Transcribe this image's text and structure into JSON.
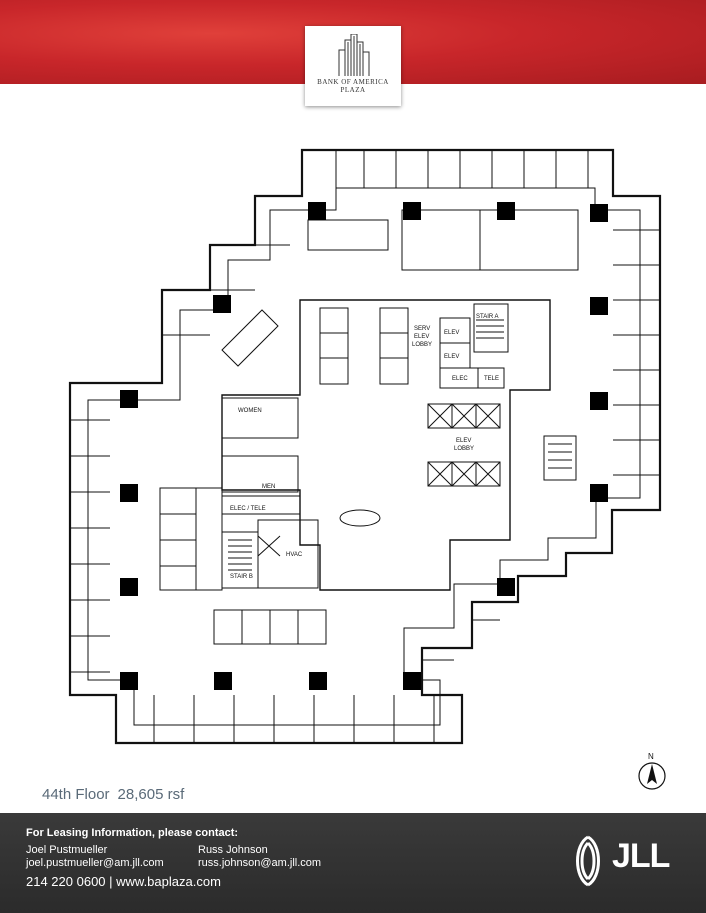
{
  "logo": {
    "line1": "BANK OF AMERICA",
    "line2": "PLAZA"
  },
  "plan": {
    "labels": {
      "serv_elev_lobby_1": "SERV",
      "serv_elev_lobby_2": "ELEV",
      "serv_elev_lobby_3": "LOBBY",
      "stair_a": "STAIR A",
      "elev_1": "ELEV",
      "elev_2": "ELEV",
      "elec": "ELEC",
      "tele": "TELE",
      "women": "WOMEN",
      "men": "MEN",
      "elev_lobby_1": "ELEV",
      "elev_lobby_2": "LOBBY",
      "elec_tele": "ELEC / TELE",
      "hvac": "HVAC",
      "stair_b": "STAIR B"
    }
  },
  "floor": {
    "name": "44th Floor",
    "area": "28,605 rsf"
  },
  "compass": {
    "label": "N"
  },
  "footer": {
    "heading": "For Leasing Information, please contact:",
    "contact1_name": "Joel Pustmueller",
    "contact1_email": "joel.pustmueller@am.jll.com",
    "contact2_name": "Russ Johnson",
    "contact2_email": "russ.johnson@am.jll.com",
    "phone_web": "214 220 0600  |  www.baplaza.com",
    "brand": "JLL"
  }
}
